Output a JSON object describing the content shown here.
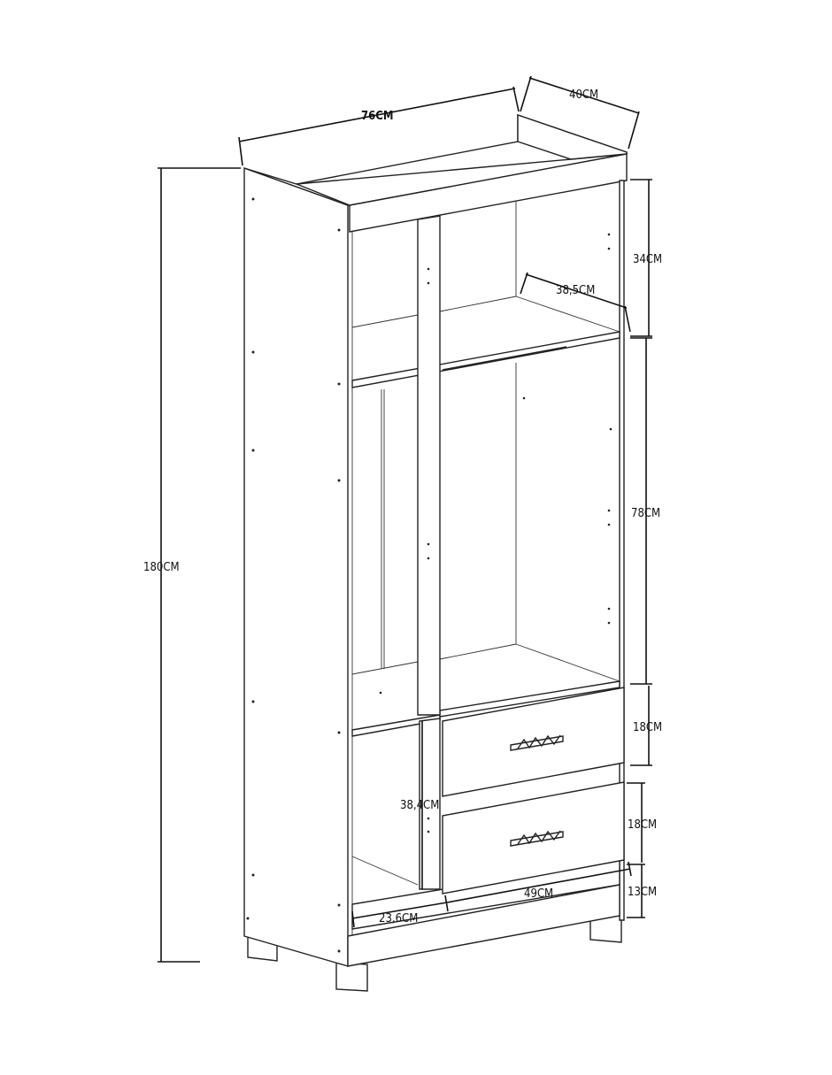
{
  "title": "Wardrobe dimension diagram",
  "dimensions": {
    "width": "76CM",
    "depth": "40CM",
    "height": "180CM",
    "top_compartment_height": "34CM",
    "shelf_depth": "38,5CM",
    "hanging_compartment_height": "78CM",
    "drawer_top_height": "18CM",
    "drawer_bottom_height": "18CM",
    "base_height": "13CM",
    "left_lower_compartment_height": "38,4CM",
    "left_lower_compartment_width": "23,6CM",
    "drawer_width": "49CM"
  }
}
